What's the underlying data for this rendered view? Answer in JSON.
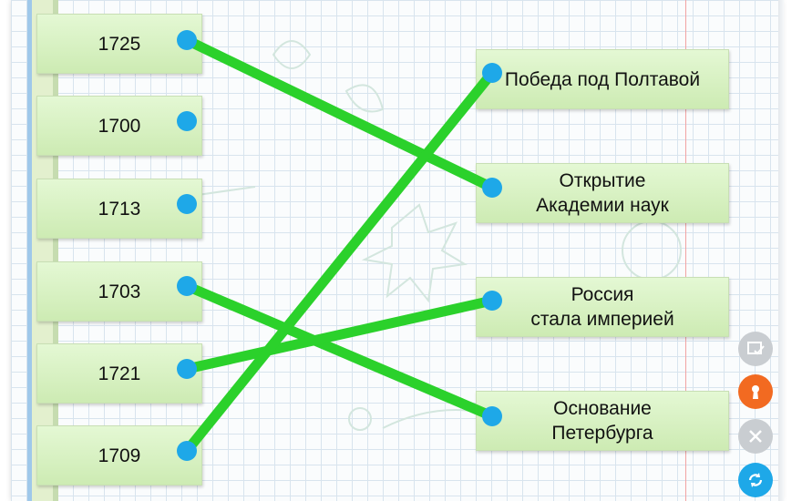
{
  "left_items": [
    {
      "label": "1725"
    },
    {
      "label": "1700"
    },
    {
      "label": "1713"
    },
    {
      "label": "1703"
    },
    {
      "label": "1721"
    },
    {
      "label": "1709"
    }
  ],
  "right_items": [
    {
      "line1": "Победа под Полтавой",
      "line2": ""
    },
    {
      "line1": "Открытие",
      "line2": "Академии наук"
    },
    {
      "line1": "Россия",
      "line2": "стала империей"
    },
    {
      "line1": "Основание",
      "line2": "Петербурга"
    }
  ],
  "connections": [
    {
      "from": "1725",
      "to": "Открытие Академии наук"
    },
    {
      "from": "1703",
      "to": "Основание Петербурга"
    },
    {
      "from": "1721",
      "to": "Россия стала империей"
    },
    {
      "from": "1709",
      "to": "Победа под Полтавой"
    }
  ],
  "controls": [
    {
      "icon": "check-note-icon"
    },
    {
      "icon": "keyhole-icon"
    },
    {
      "icon": "close-icon"
    },
    {
      "icon": "refresh-icon"
    }
  ],
  "colors": {
    "line": "#2bd12b",
    "dot": "#1ea8e8",
    "card_top": "#e4f8d4",
    "card_bottom": "#cdebb3",
    "ctrl_gray": "#c9cdd1",
    "ctrl_orange": "#f26a21",
    "ctrl_blue": "#1ea8e8"
  }
}
